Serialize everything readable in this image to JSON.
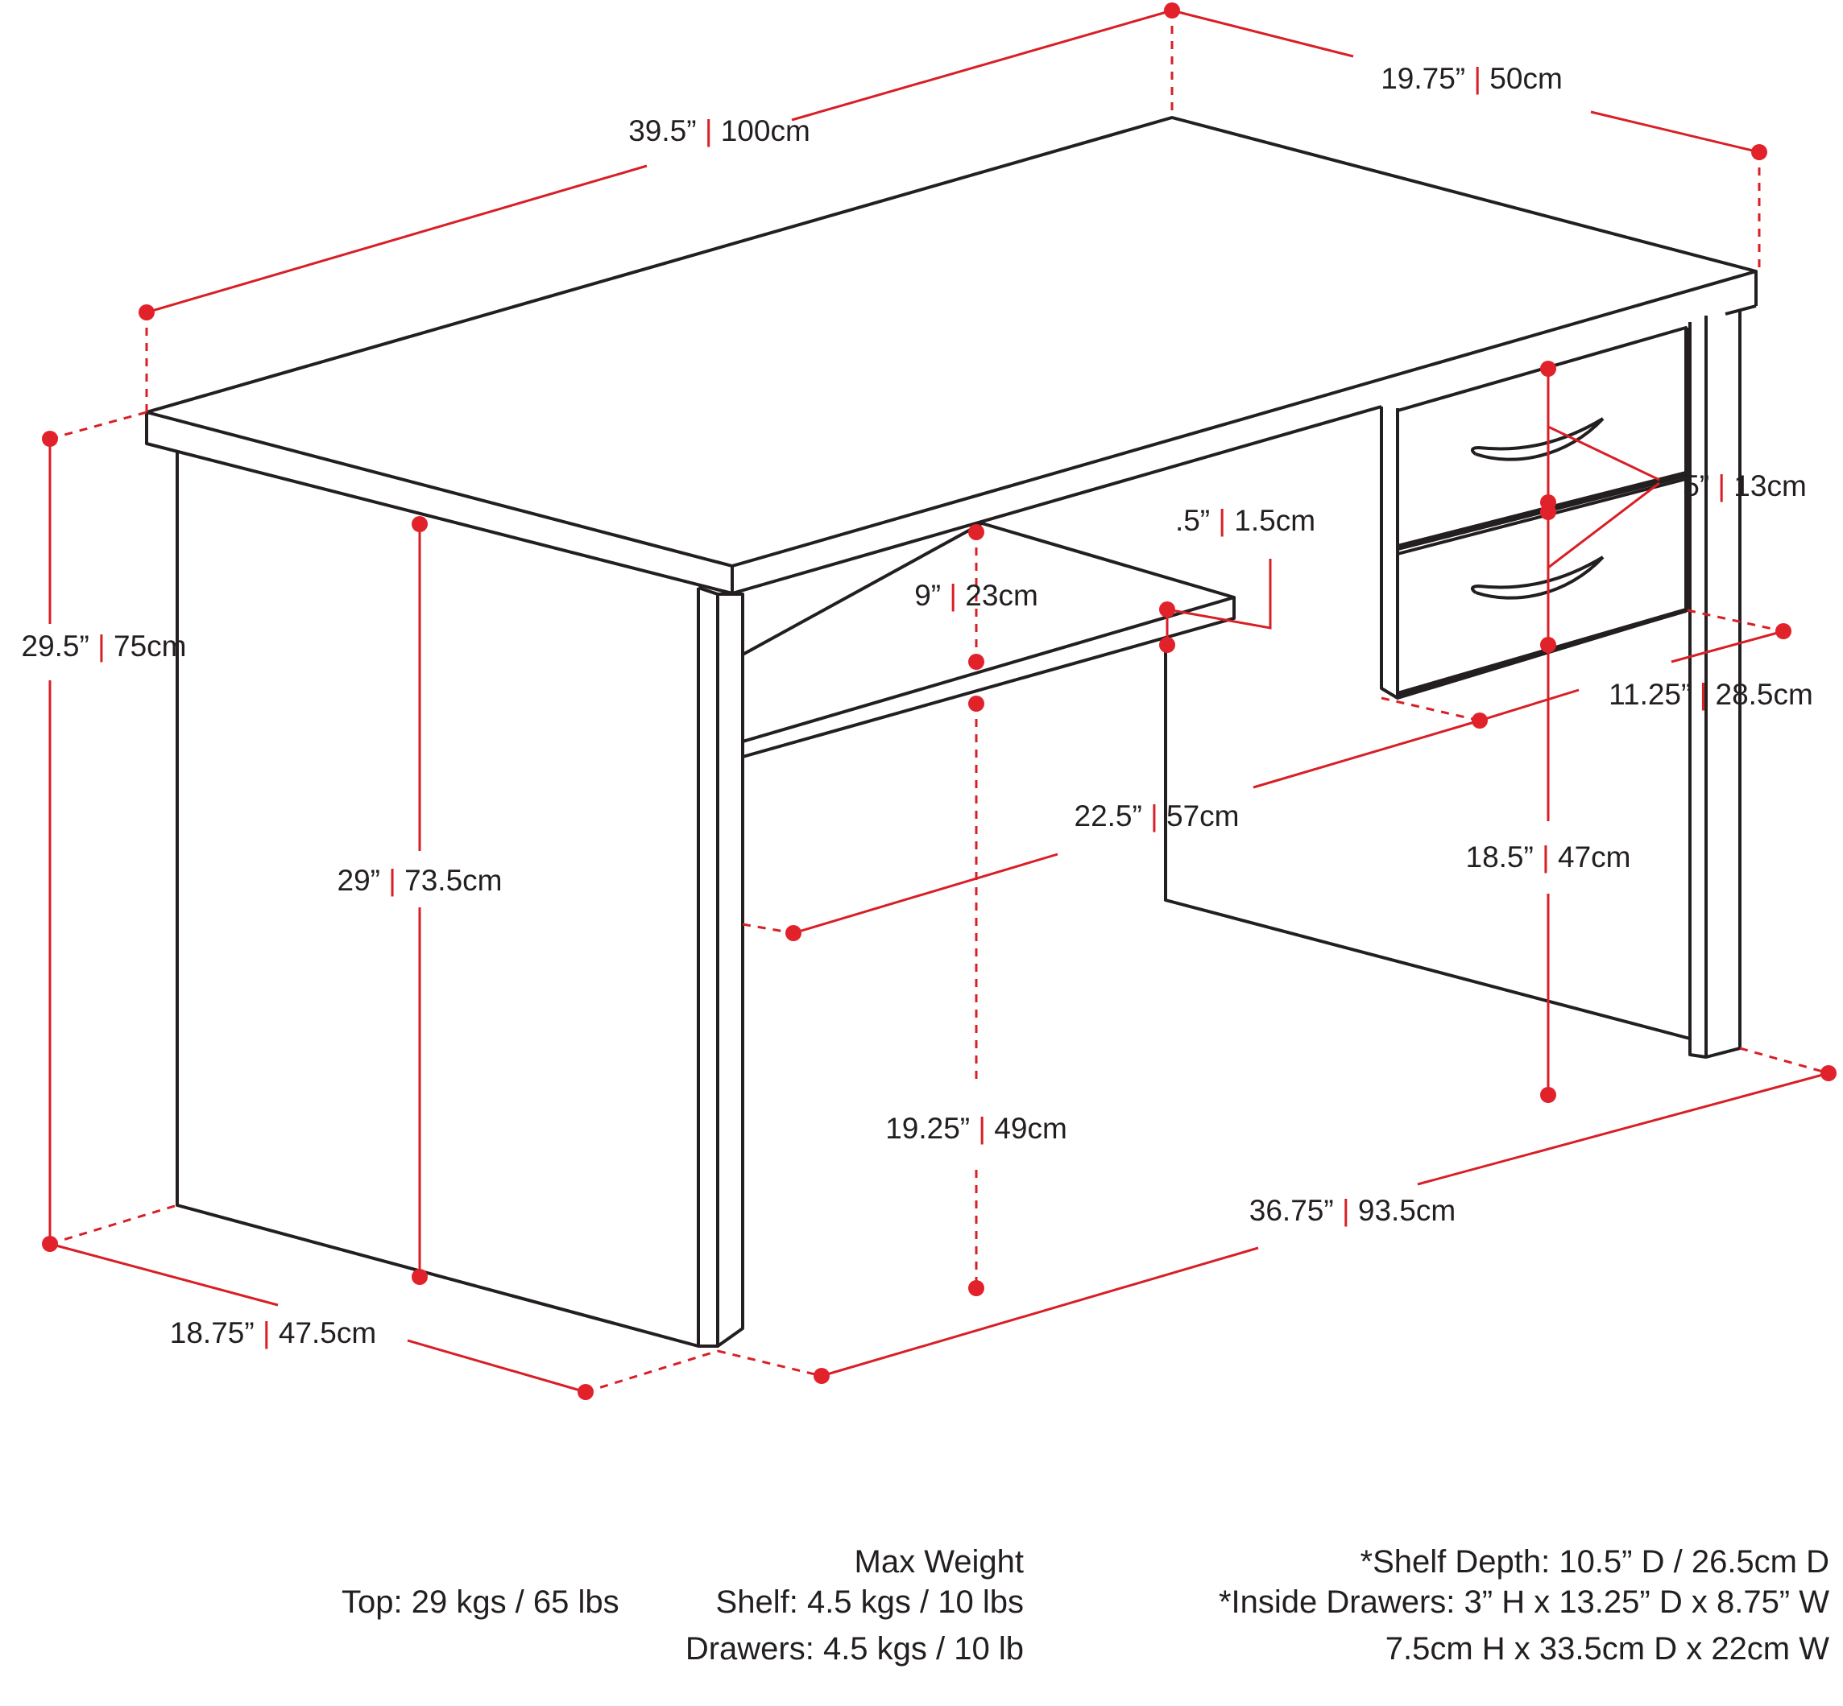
{
  "dimensions": {
    "width": {
      "inch": "39.5”",
      "cm": "100cm"
    },
    "depth": {
      "inch": "19.75”",
      "cm": "50cm"
    },
    "height": {
      "inch": "29.5”",
      "cm": "75cm"
    },
    "panel_height": {
      "inch": "29”",
      "cm": "73.5cm"
    },
    "panel_depth": {
      "inch": "18.75”",
      "cm": "47.5cm"
    },
    "inner_width": {
      "inch": "36.75”",
      "cm": "93.5cm"
    },
    "shelf_gap": {
      "inch": "9”",
      "cm": "23cm"
    },
    "shelf_thick": {
      "inch": ".5”",
      "cm": "1.5cm"
    },
    "shelf_clear": {
      "inch": "19.25”",
      "cm": "49cm"
    },
    "shelf_width": {
      "inch": "22.5”",
      "cm": "57cm"
    },
    "drawer_h": {
      "inch": "5”",
      "cm": "13cm"
    },
    "drawer_w": {
      "inch": "11.25”",
      "cm": "28.5cm"
    },
    "drawer_clear": {
      "inch": "18.5”",
      "cm": "47cm"
    }
  },
  "separator": "|",
  "footer": {
    "max_weight_title": "Max Weight",
    "top": "Top: 29 kgs / 65 lbs",
    "shelf": "Shelf: 4.5 kgs / 10 lbs",
    "drawers": "Drawers: 4.5 kgs / 10 lb",
    "shelf_depth": "*Shelf Depth: 10.5” D / 26.5cm D",
    "inside_drawers": "*Inside Drawers: 3” H x 13.25” D x 8.75” W",
    "inside_drawers_cm": "7.5cm H x 33.5cm D x 22cm W"
  },
  "colors": {
    "accent": "#d81f26",
    "line": "#231f20"
  }
}
